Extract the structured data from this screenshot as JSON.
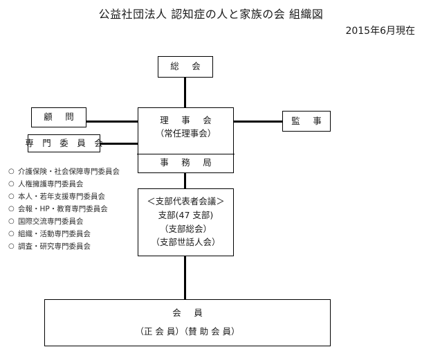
{
  "header": {
    "title": "公益社団法人 認知症の人と家族の会 組織図",
    "date": "2015年6月現在"
  },
  "nodes": {
    "general_meeting": {
      "label": "総　会"
    },
    "board": {
      "label": "理　事　会",
      "sublabel": "（常任理事会）",
      "secretariat": "事　務　局"
    },
    "advisor": {
      "label": "顧　問"
    },
    "committee": {
      "label": "専　門　委　員　会"
    },
    "auditor": {
      "label": "監　事"
    },
    "branch": {
      "line1": "＜支部代表者会議＞",
      "line2": "支部(47 支部)",
      "line3": "（支部総会）",
      "line4": "（支部世話人会）"
    },
    "members": {
      "label": "会　員",
      "sublabel": "（正 会 員）（賛 助 会 員）"
    }
  },
  "committee_list": {
    "bullet": "○",
    "items": [
      {
        "label": "介護保険・社会保障専門委員会"
      },
      {
        "label": "人権擁護専門委員会"
      },
      {
        "label": "本人・若年支援専門委員会"
      },
      {
        "label": "会報・HP・教育専門委員会"
      },
      {
        "label": "国際交流専門委員会"
      },
      {
        "label": "組織・活動専門委員会"
      },
      {
        "label": "調査・研究専門委員会"
      }
    ]
  },
  "colors": {
    "line": "#000000",
    "text": "#1a1a1a",
    "background": "#ffffff"
  }
}
